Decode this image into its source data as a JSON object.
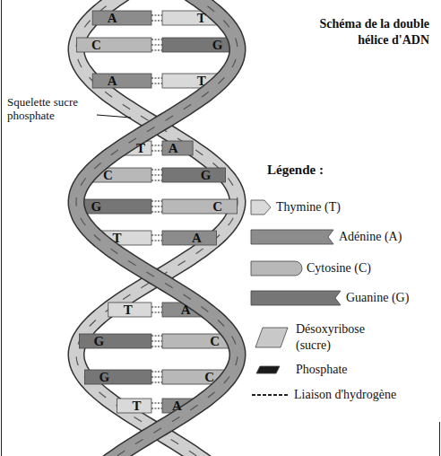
{
  "diagram": {
    "title": "Schéma de la double hélice d'ADN",
    "labels": [
      "Squelette sucre phosphate",
      "Légende :",
      "A",
      "T",
      "C",
      "G",
      "A",
      "T",
      "T",
      "A",
      "C",
      "G",
      "G",
      "C",
      "T",
      "A",
      "T",
      "A",
      "G",
      "C",
      "G",
      "C",
      "T",
      "A"
    ],
    "legend": [
      {
        "text": "Thymine (T)",
        "color": "#d9d9d9"
      },
      {
        "text": "Adénine (A)",
        "color": "#8c8c8c"
      },
      {
        "text": "Cytosine (C)",
        "color": "#b8b8b8"
      },
      {
        "text": "Guanine (G)",
        "color": "#767676"
      },
      {
        "text": "Désoxyribose (sucre)",
        "color": "#c8c8c8"
      },
      {
        "text": "Phosphate",
        "color": "#1a1a1a"
      },
      {
        "text": "Liaison d'hydrogène"
      }
    ]
  }
}
